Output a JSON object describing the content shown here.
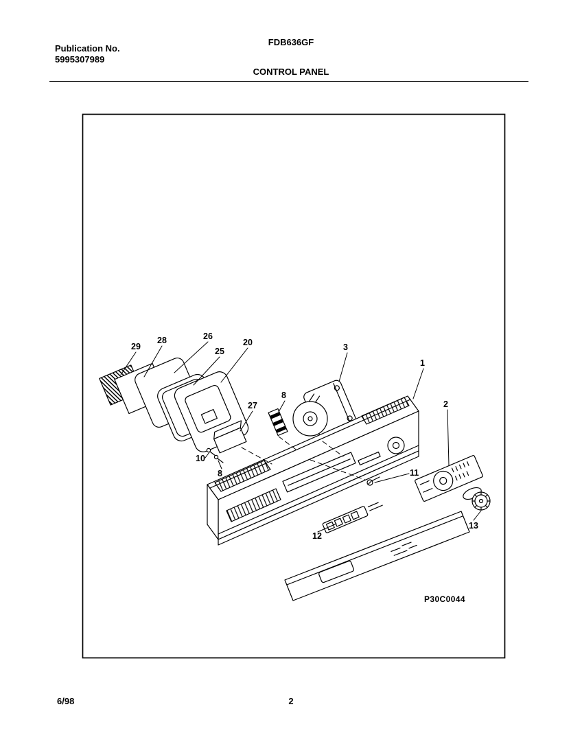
{
  "header": {
    "publication_label": "Publication No.",
    "publication_number": "5995307989",
    "model": "FDB636GF",
    "title": "CONTROL PANEL"
  },
  "diagram": {
    "drawing_code": "P30C0044",
    "labels": {
      "l29": "29",
      "l28": "28",
      "l26": "26",
      "l25": "25",
      "l20": "20",
      "l27": "27",
      "l3": "3",
      "l8a": "8",
      "l8b": "8",
      "l1": "1",
      "l2": "2",
      "l10": "10",
      "l11": "11",
      "l12": "12",
      "l13": "13"
    }
  },
  "footer": {
    "date": "6/98",
    "page": "2"
  }
}
